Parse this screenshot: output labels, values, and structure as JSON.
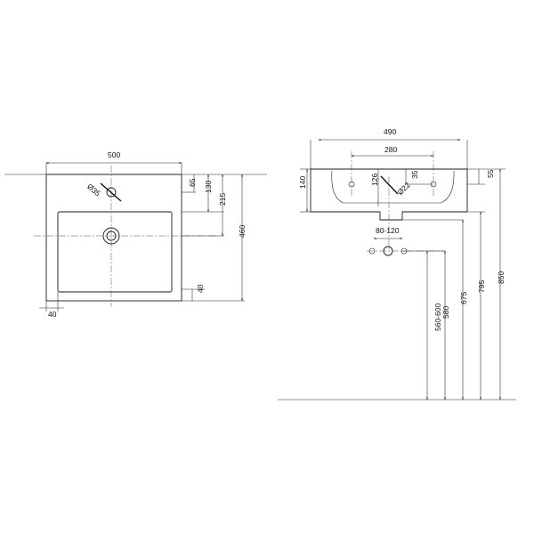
{
  "views": {
    "top": {
      "width": "500",
      "d_hole": "Ø35",
      "d_65": "65",
      "d_130": "130",
      "d_215": "215",
      "d_460": "460",
      "d_40_right": "40",
      "d_40_bottom": "40"
    },
    "side": {
      "width": "490",
      "holes": "280",
      "d_140": "140",
      "d_126": "126",
      "d_22": "Ø22",
      "d_35": "35",
      "d_55": "55",
      "d_80_120": "80-120",
      "d_560_600": "560-600",
      "d_580": "580",
      "d_675": "675",
      "d_795": "795",
      "d_850": "850"
    }
  }
}
